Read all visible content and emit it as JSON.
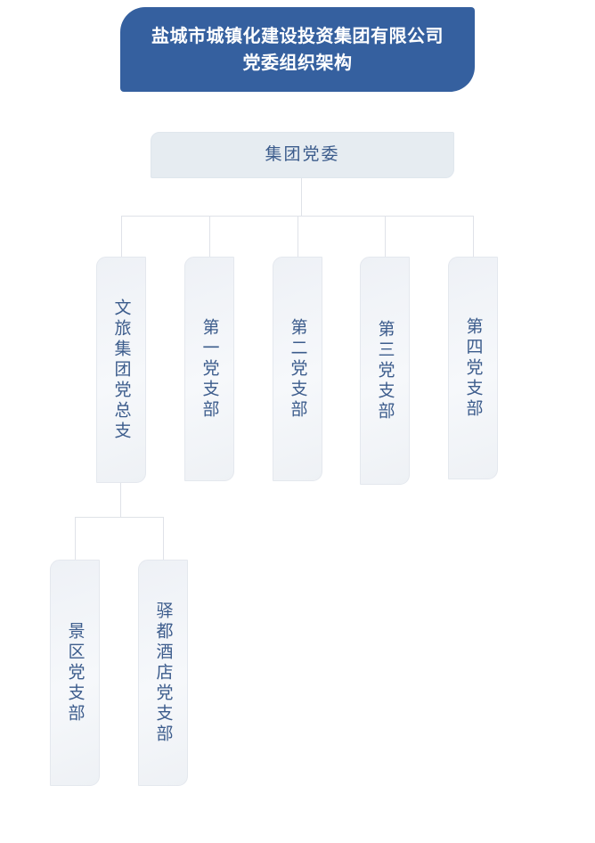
{
  "header": {
    "title_line_1": "盐城市城镇化建设投资集团有限公司",
    "title_line_2": "党委组织架构",
    "background_color": "#35609f",
    "text_color": "#ffffff"
  },
  "theme": {
    "node_fill": "#f2f5f9",
    "node_root_fill": "#e6ecf1",
    "node_border": "#e4e8ee",
    "node_text_color": "#3c5c8c",
    "connector_color": "#dfe2e8",
    "page_background": "#ffffff"
  },
  "chart_data": {
    "type": "org-chart",
    "title": "盐城市城镇化建设投资集团有限公司党委组织架构",
    "root": {
      "id": "group-party-committee",
      "label": "集团党委",
      "orientation": "horizontal",
      "level": 0
    },
    "level_2": [
      {
        "id": "culture-tourism-general-branch",
        "label": "文旅集团党总支",
        "orientation": "vertical",
        "level": 1,
        "has_children": true
      },
      {
        "id": "party-branch-1",
        "label": "第一党支部",
        "orientation": "vertical",
        "level": 1,
        "has_children": false
      },
      {
        "id": "party-branch-2",
        "label": "第二党支部",
        "orientation": "vertical",
        "level": 1,
        "has_children": false
      },
      {
        "id": "party-branch-3",
        "label": "第三党支部",
        "orientation": "vertical",
        "level": 1,
        "has_children": false
      },
      {
        "id": "party-branch-4",
        "label": "第四党支部",
        "orientation": "vertical",
        "level": 1,
        "has_children": false
      }
    ],
    "level_3": [
      {
        "id": "scenic-area-branch",
        "label": "景区党支部",
        "orientation": "vertical",
        "level": 2,
        "parent": "culture-tourism-general-branch"
      },
      {
        "id": "yidu-hotel-branch",
        "label": "驿都酒店党支部",
        "orientation": "vertical",
        "level": 2,
        "parent": "culture-tourism-general-branch"
      }
    ]
  }
}
